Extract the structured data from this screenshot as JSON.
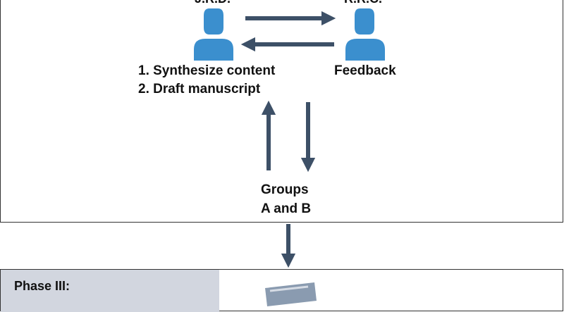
{
  "people": {
    "left": {
      "name": "J.R.D."
    },
    "right": {
      "name": "R.R.C."
    }
  },
  "tasks": {
    "step1": "1. Synthesize content",
    "step2": "2. Draft manuscript",
    "feedback": "Feedback"
  },
  "groups": {
    "line1": "Groups",
    "line2": "A and B"
  },
  "phase3": {
    "label": "Phase III:"
  },
  "colors": {
    "person": "#3b8fce",
    "arrow": "#3d5067",
    "phase_box": "#d2d6df",
    "document": "#8a9bb0"
  },
  "icons": [
    "person-icon",
    "person-icon",
    "arrow-icon",
    "document-icon"
  ]
}
